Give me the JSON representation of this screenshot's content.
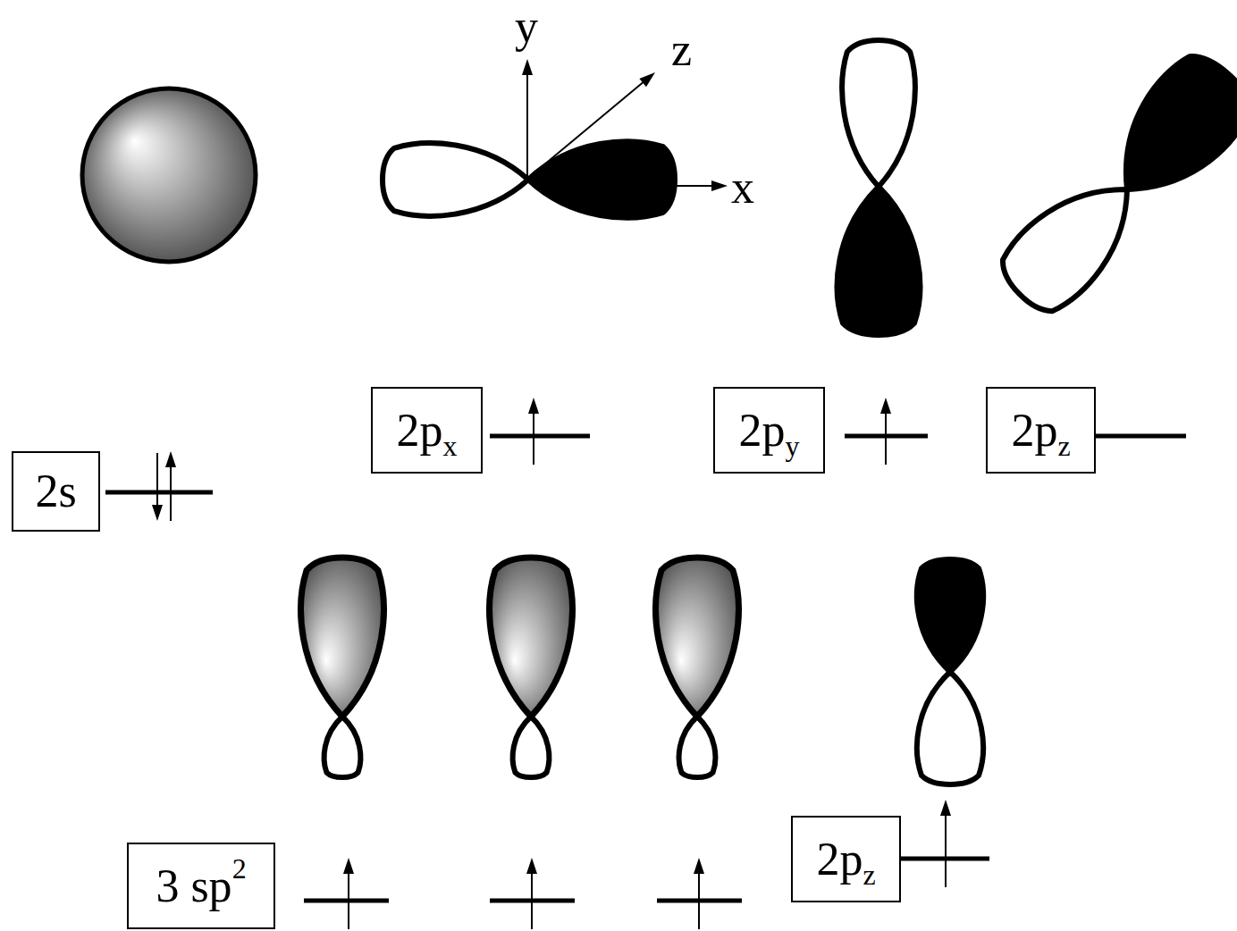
{
  "diagram": {
    "nodes": [
      {
        "text": [
          "2s"
        ]
      },
      {
        "text": [
          "2px"
        ]
      },
      {
        "text": [
          "2py"
        ]
      },
      {
        "text": [
          "2pz"
        ]
      },
      {
        "text": [
          "3 sp2"
        ]
      },
      {
        "text": [
          "2pz"
        ]
      }
    ],
    "labels": [
      "y",
      "z",
      "x"
    ]
  }
}
